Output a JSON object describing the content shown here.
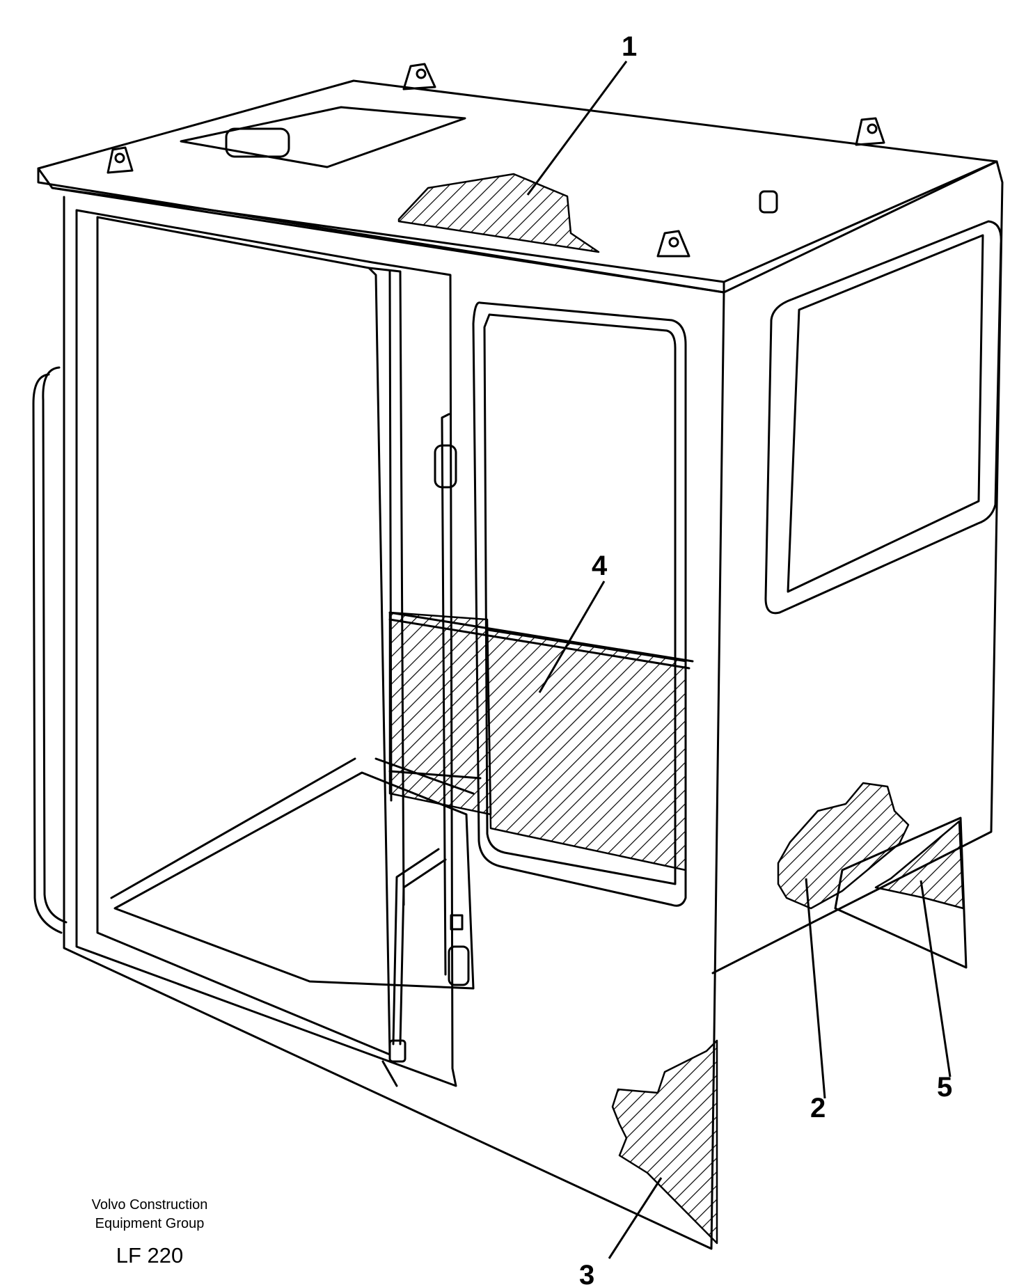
{
  "figure": {
    "callouts": [
      {
        "id": "1",
        "label": "1"
      },
      {
        "id": "2",
        "label": "2"
      },
      {
        "id": "3",
        "label": "3"
      },
      {
        "id": "4",
        "label": "4"
      },
      {
        "id": "5",
        "label": "5"
      }
    ]
  },
  "footer": {
    "org_line1": "Volvo Construction",
    "org_line2": "Equipment Group",
    "code": "LF 220"
  }
}
